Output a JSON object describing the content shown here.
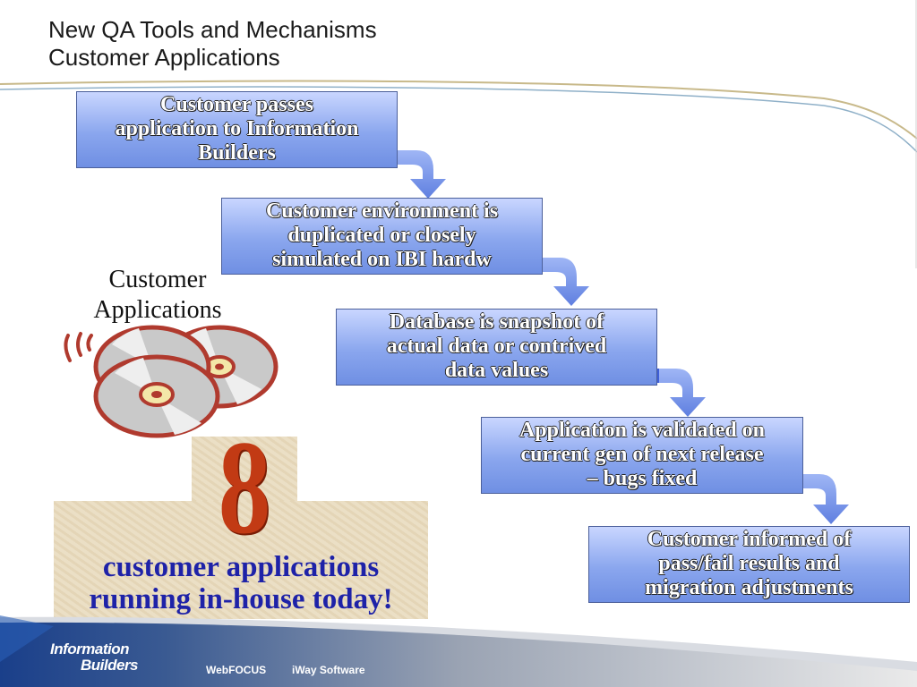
{
  "slide": {
    "title_line1": "New QA Tools and Mechanisms",
    "title_line2": "Customer Applications"
  },
  "steps": [
    {
      "line1": "Customer passes",
      "line2": "application to Information",
      "line3": "Builders"
    },
    {
      "line1": "Customer environment is",
      "line2": "duplicated or closely",
      "line3": "simulated on IBI hardw"
    },
    {
      "line1": "Database is snapshot of",
      "line2": "actual data or contrived",
      "line3": "data values"
    },
    {
      "line1": "Application is validated on",
      "line2": "current gen of next release",
      "line3": "– bugs fixed"
    },
    {
      "line1": "Customer informed of",
      "line2": "pass/fail results and",
      "line3": "migration adjustments"
    }
  ],
  "side_label": {
    "line1": "Customer",
    "line2": "Applications"
  },
  "count": {
    "number": "8",
    "line1": "customer applications",
    "line2": "running in-house today!"
  },
  "footer": {
    "logo_line1": "Information",
    "logo_line2": "Builders",
    "product1": "WebFOCUS",
    "product2": "iWay Software"
  },
  "colors": {
    "accent_blue": "#1e22a8",
    "number_red": "#c23a14",
    "footer_blue": "#163f8c"
  }
}
